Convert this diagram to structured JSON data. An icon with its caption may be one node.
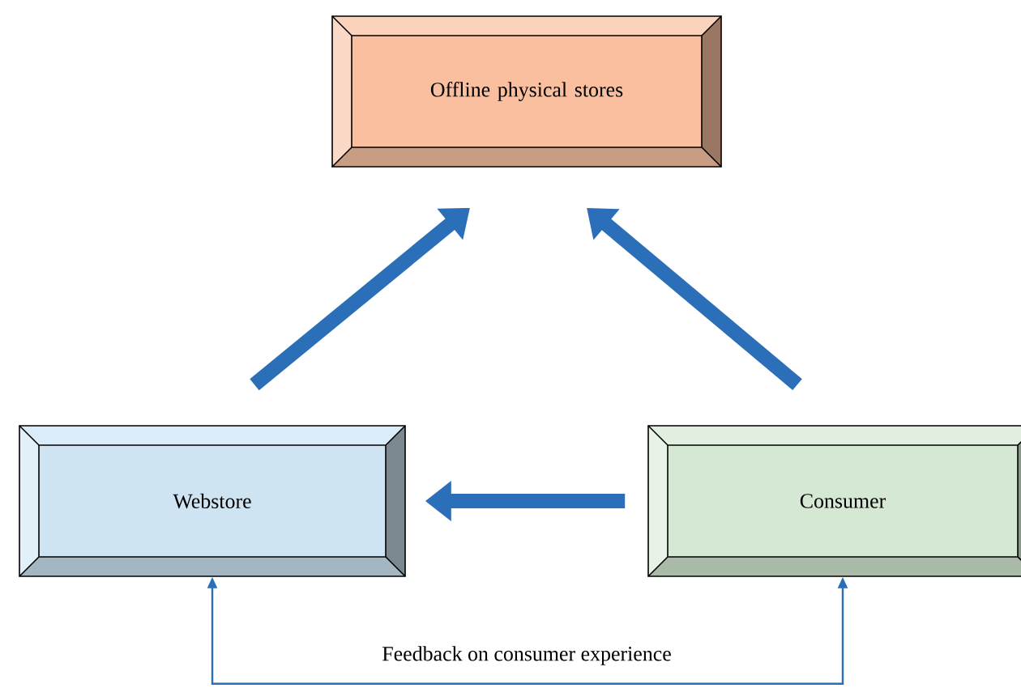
{
  "diagram": {
    "nodes": [
      {
        "text": [
          "Offline physical stores"
        ]
      },
      {
        "text": [
          "Webstore"
        ]
      },
      {
        "text": [
          "Consumer"
        ]
      }
    ],
    "edges": [
      {
        "from": 1,
        "to": 0,
        "arrow": "to"
      },
      {
        "from": 2,
        "to": 0,
        "arrow": "to"
      },
      {
        "from": 2,
        "to": 1,
        "arrow": "to"
      },
      {
        "from": 2,
        "to": 1,
        "arrow": "both",
        "label": "Feedback on consumer experience"
      }
    ]
  }
}
